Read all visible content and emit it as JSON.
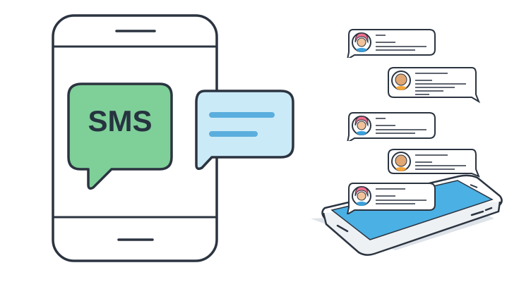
{
  "illustration": {
    "sms_label": "SMS",
    "colors": {
      "outline": "#2b3440",
      "sms_bubble_fill": "#7fcf98",
      "reply_bubble_fill": "#cbeaf8",
      "reply_lines": "#5aaedd",
      "phone_screen": "#4bb0e4",
      "avatar_female_hair": "#ee6f8d",
      "avatar_male_shirt": "#f4a63a",
      "avatar_female_shirt": "#3aa0dc"
    }
  },
  "chat_stack": {
    "messages": [
      {
        "avatar": "female-avatar-icon",
        "side": "left"
      },
      {
        "avatar": "male-avatar-icon",
        "side": "right"
      },
      {
        "avatar": "female-avatar-icon",
        "side": "left"
      },
      {
        "avatar": "male-avatar-icon",
        "side": "right"
      },
      {
        "avatar": "female-avatar-icon",
        "side": "left"
      }
    ]
  }
}
